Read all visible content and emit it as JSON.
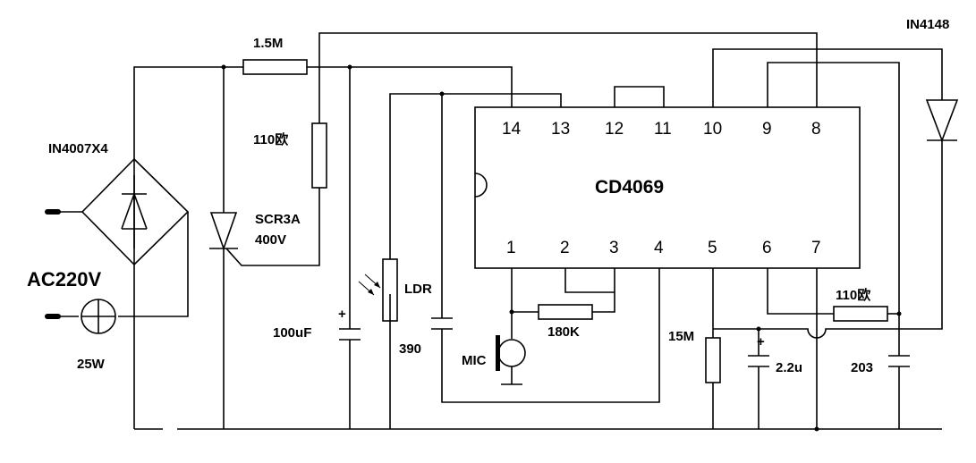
{
  "labels": {
    "r_1_5m": "1.5M",
    "d_in4148": "IN4148",
    "bridge": "IN4007X4",
    "r_110_top": "110欧",
    "scr": "SCR3A",
    "scr_v": "400V",
    "ac": "AC220V",
    "lamp": "25W",
    "c_100uf": "100uF",
    "ldr": "LDR",
    "c_390": "390",
    "mic": "MIC",
    "r_180k": "180K",
    "r_15m": "15M",
    "c_2_2u": "2.2u",
    "r_110_right": "110欧",
    "c_203": "203",
    "plus": "+"
  },
  "ic": {
    "name": "CD4069",
    "top_pins": [
      "14",
      "13",
      "12",
      "11",
      "10",
      "9",
      "8"
    ],
    "bottom_pins": [
      "1",
      "2",
      "3",
      "4",
      "5",
      "6",
      "7"
    ]
  }
}
